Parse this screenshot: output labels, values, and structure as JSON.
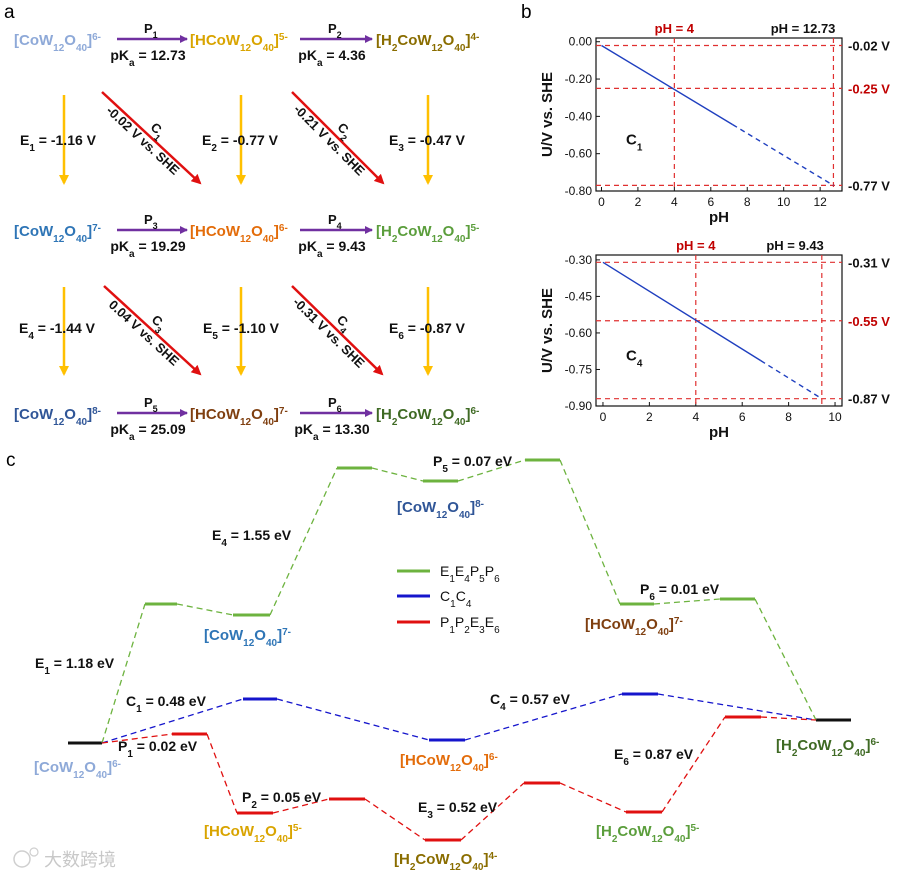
{
  "panel_labels": {
    "a": "a",
    "b": "b",
    "c": "c"
  },
  "scheme": {
    "row1": {
      "species": [
        {
          "base": "[CoW",
          "s1": "12",
          "mid": "O",
          "s2": "40",
          "close": "]",
          "charge": "6-",
          "color": "#8ea9d8"
        },
        {
          "base": "[HCoW",
          "s1": "12",
          "mid": "O",
          "s2": "40",
          "close": "]",
          "charge": "5-",
          "color": "#d9a400"
        },
        {
          "base": "[H",
          "h2": "2",
          "rest": "CoW",
          "s1": "12",
          "mid": "O",
          "s2": "40",
          "close": "]",
          "charge": "4-",
          "color": "#8a6d00"
        }
      ],
      "arrows": [
        {
          "name": "P",
          "sub": "1",
          "pka": "12.73"
        },
        {
          "name": "P",
          "sub": "2",
          "pka": "4.36"
        }
      ]
    },
    "row2": {
      "species": [
        {
          "base": "[CoW",
          "s1": "12",
          "mid": "O",
          "s2": "40",
          "close": "]",
          "charge": "7-",
          "color": "#2e75b6"
        },
        {
          "base": "[HCoW",
          "s1": "12",
          "mid": "O",
          "s2": "40",
          "close": "]",
          "charge": "6-",
          "color": "#e36c0a"
        },
        {
          "base": "[H",
          "h2": "2",
          "rest": "CoW",
          "s1": "12",
          "mid": "O",
          "s2": "40",
          "close": "]",
          "charge": "5-",
          "color": "#5b9e3c"
        }
      ],
      "arrows": [
        {
          "name": "P",
          "sub": "3",
          "pka": "19.29"
        },
        {
          "name": "P",
          "sub": "4",
          "pka": "9.43"
        }
      ]
    },
    "row3": {
      "species": [
        {
          "base": "[CoW",
          "s1": "12",
          "mid": "O",
          "s2": "40",
          "close": "]",
          "charge": "8-",
          "color": "#2f5597"
        },
        {
          "base": "[HCoW",
          "s1": "12",
          "mid": "O",
          "s2": "40",
          "close": "]",
          "charge": "7-",
          "color": "#7f3f10"
        },
        {
          "base": "[H",
          "h2": "2",
          "rest": "CoW",
          "s1": "12",
          "mid": "O",
          "s2": "40",
          "close": "]",
          "charge": "6-",
          "color": "#3f6a24"
        }
      ],
      "arrows": [
        {
          "name": "P",
          "sub": "5",
          "pka": "25.09"
        },
        {
          "name": "P",
          "sub": "6",
          "pka": "13.30"
        }
      ]
    },
    "e_labels": [
      {
        "name": "E",
        "sub": "1",
        "val": "-1.16 V"
      },
      {
        "name": "E",
        "sub": "2",
        "val": "-0.77 V"
      },
      {
        "name": "E",
        "sub": "3",
        "val": "-0.47 V"
      },
      {
        "name": "E",
        "sub": "4",
        "val": "-1.44 V"
      },
      {
        "name": "E",
        "sub": "5",
        "val": "-1.10 V"
      },
      {
        "name": "E",
        "sub": "6",
        "val": "-0.87 V"
      }
    ],
    "c_labels": [
      {
        "name": "C",
        "sub": "1",
        "val": "-0.02 V vs. SHE"
      },
      {
        "name": "C",
        "sub": "2",
        "val": "-0.21 V vs. SHE"
      },
      {
        "name": "C",
        "sub": "3",
        "val": "0.04 V vs. SHE"
      },
      {
        "name": "C",
        "sub": "4",
        "val": "-0.31 V vs. SHE"
      }
    ],
    "pka_prefix": "pK",
    "pka_sub": "a",
    "pka_eq": " = "
  },
  "chart_data": [
    {
      "type": "line",
      "xlabel": "pH",
      "ylabel": "U/V vs. SHE",
      "xlim": [
        -0.3,
        13.2
      ],
      "ylim": [
        -0.8,
        0.02
      ],
      "xticks": [
        0,
        2,
        4,
        6,
        8,
        10,
        12
      ],
      "yticks": [
        0.0,
        -0.2,
        -0.4,
        -0.6,
        -0.8
      ],
      "ytick_labels": [
        "0.00",
        "-0.20",
        "-0.40",
        "-0.60",
        "-0.80"
      ],
      "series": [
        {
          "name": "C",
          "sub": "1",
          "x": [
            0,
            12.73
          ],
          "y": [
            -0.02,
            -0.77
          ],
          "solid_until": 7.2,
          "color": "#1f3fbf"
        }
      ],
      "guides_x": [
        4,
        12.73
      ],
      "guides_y": [
        -0.25,
        -0.77,
        -0.02
      ],
      "top_labels": [
        {
          "text": "pH = 4",
          "x": 4,
          "color": "#c00000"
        },
        {
          "text": "pH = 12.73",
          "x": 12.73,
          "color": "#111111"
        }
      ],
      "right_labels": [
        {
          "text": "-0.02 V",
          "y": -0.02,
          "color": "#111111"
        },
        {
          "text": "-0.25 V",
          "y": -0.25,
          "color": "#c00000"
        },
        {
          "text": "-0.77 V",
          "y": -0.77,
          "color": "#111111"
        }
      ]
    },
    {
      "type": "line",
      "xlabel": "pH",
      "ylabel": "U/V vs. SHE",
      "xlim": [
        -0.3,
        10.3
      ],
      "ylim": [
        -0.9,
        -0.28
      ],
      "xticks": [
        0,
        2,
        4,
        6,
        8,
        10
      ],
      "yticks": [
        -0.3,
        -0.45,
        -0.6,
        -0.75,
        -0.9
      ],
      "ytick_labels": [
        "-0.30",
        "-0.45",
        "-0.60",
        "-0.75",
        "-0.90"
      ],
      "series": [
        {
          "name": "C",
          "sub": "4",
          "x": [
            0,
            9.43
          ],
          "y": [
            -0.31,
            -0.87
          ],
          "solid_until": 6.8,
          "color": "#1f3fbf"
        }
      ],
      "guides_x": [
        4,
        9.43
      ],
      "guides_y": [
        -0.55,
        -0.87,
        -0.31
      ],
      "top_labels": [
        {
          "text": "pH = 4",
          "x": 4,
          "color": "#c00000"
        },
        {
          "text": "pH = 9.43",
          "x": 9.43,
          "color": "#111111"
        }
      ],
      "right_labels": [
        {
          "text": "-0.31 V",
          "y": -0.31,
          "color": "#111111"
        },
        {
          "text": "-0.55 V",
          "y": -0.55,
          "color": "#c00000"
        },
        {
          "text": "-0.87 V",
          "y": -0.87,
          "color": "#111111"
        }
      ]
    }
  ],
  "energy_diagram": {
    "legend": [
      {
        "parts": [
          [
            "E",
            "1"
          ],
          [
            "E",
            "4"
          ],
          [
            "P",
            "5"
          ],
          [
            "P",
            "6"
          ]
        ],
        "color": "#6db33f"
      },
      {
        "parts": [
          [
            "C",
            "1"
          ],
          [
            "C",
            "4"
          ]
        ],
        "color": "#1515cc"
      },
      {
        "parts": [
          [
            "P",
            "1"
          ],
          [
            "P",
            "2"
          ],
          [
            "E",
            "3"
          ],
          [
            "E",
            "6"
          ]
        ],
        "color": "#e01010"
      }
    ],
    "step_labels": [
      {
        "name": "E",
        "sub": "1",
        "val": " = 1.18 eV"
      },
      {
        "name": "E",
        "sub": "4",
        "val": " = 1.55 eV"
      },
      {
        "name": "P",
        "sub": "5",
        "val": " = 0.07 eV"
      },
      {
        "name": "P",
        "sub": "6",
        "val": " = 0.01 eV"
      },
      {
        "name": "C",
        "sub": "1",
        "val": " = 0.48 eV"
      },
      {
        "name": "C",
        "sub": "4",
        "val": " = 0.57 eV"
      },
      {
        "name": "P",
        "sub": "1",
        "val": " = 0.02 eV"
      },
      {
        "name": "P",
        "sub": "2",
        "val": " = 0.05 eV"
      },
      {
        "name": "E",
        "sub": "3",
        "val": " = 0.52 eV"
      },
      {
        "name": "E",
        "sub": "6",
        "val": " = 0.87 eV"
      }
    ],
    "species_labels": [
      {
        "base": "[CoW",
        "s1": "12",
        "mid": "O",
        "s2": "40",
        "close": "]",
        "charge": "7-",
        "color": "#2e75b6"
      },
      {
        "base": "[CoW",
        "s1": "12",
        "mid": "O",
        "s2": "40",
        "close": "]",
        "charge": "8-",
        "color": "#2f5597"
      },
      {
        "base": "[HCoW",
        "s1": "12",
        "mid": "O",
        "s2": "40",
        "close": "]",
        "charge": "7-",
        "color": "#7f3f10"
      },
      {
        "base": "[HCoW",
        "s1": "12",
        "mid": "O",
        "s2": "40",
        "close": "]",
        "charge": "6-",
        "color": "#e36c0a"
      },
      {
        "base": "[CoW",
        "s1": "12",
        "mid": "O",
        "s2": "40",
        "close": "]",
        "charge": "6-",
        "color": "#8ea9d8"
      },
      {
        "base": "[H",
        "h2": "2",
        "rest": "CoW",
        "s1": "12",
        "mid": "O",
        "s2": "40",
        "close": "]",
        "charge": "6-",
        "color": "#3f6a24"
      },
      {
        "base": "[HCoW",
        "s1": "12",
        "mid": "O",
        "s2": "40",
        "close": "]",
        "charge": "5-",
        "color": "#d9a400"
      },
      {
        "base": "[H",
        "h2": "2",
        "rest": "CoW",
        "s1": "12",
        "mid": "O",
        "s2": "40",
        "close": "]",
        "charge": "4-",
        "color": "#8a6d00"
      },
      {
        "base": "[H",
        "h2": "2",
        "rest": "CoW",
        "s1": "12",
        "mid": "O",
        "s2": "40",
        "close": "]",
        "charge": "5-",
        "color": "#5b9e3c"
      }
    ]
  },
  "watermark": "大数跨境"
}
